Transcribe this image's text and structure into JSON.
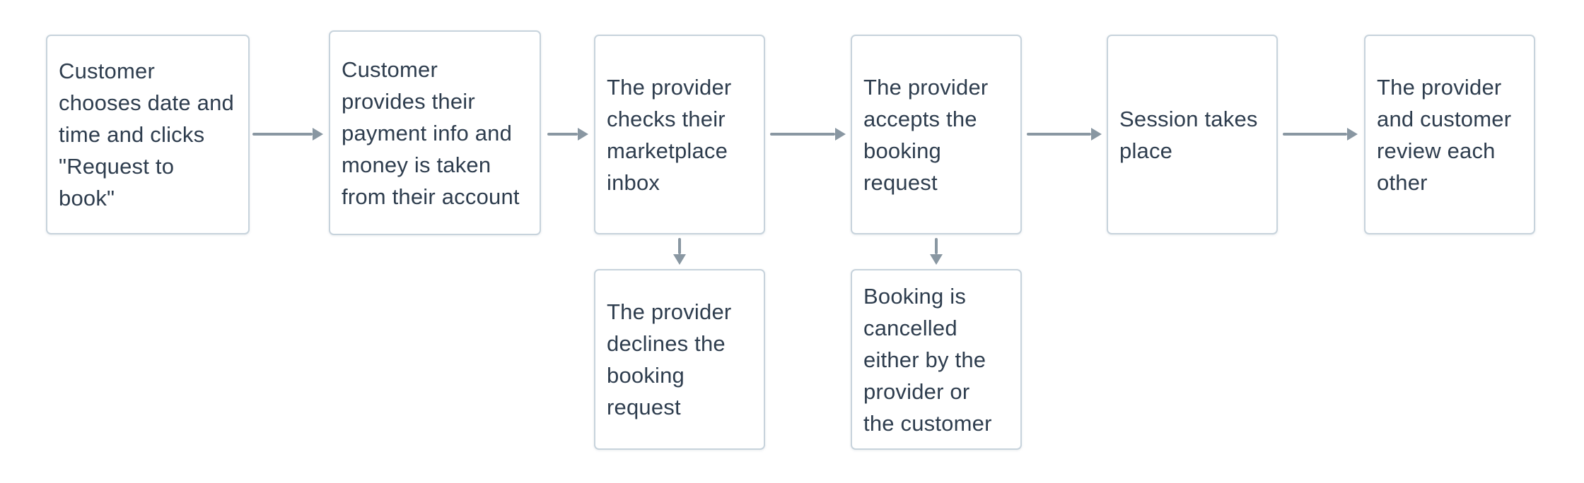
{
  "colors": {
    "background": "#ffffff",
    "box_background": "#ffffff",
    "box_border": "#c7d3dc",
    "text": "#2e3d4e",
    "arrow": "#8997a2"
  },
  "flow": {
    "type": "flowchart",
    "main_steps": [
      {
        "label_lines": [
          "Customer",
          "chooses date and",
          "time and clicks",
          "\"Request to",
          "book\""
        ]
      },
      {
        "label_lines": [
          "Customer",
          "provides their",
          "payment info and",
          "money is taken",
          "from their account"
        ]
      },
      {
        "label_lines": [
          "The provider",
          "checks their",
          "marketplace",
          "inbox"
        ]
      },
      {
        "label_lines": [
          "The provider",
          "accepts the",
          "booking",
          "request"
        ]
      },
      {
        "label_lines": [
          "Session takes",
          "place"
        ]
      },
      {
        "label_lines": [
          "The provider",
          "and customer",
          "review each",
          "other"
        ]
      }
    ],
    "branch_steps": [
      {
        "branches_from_main_step": 3,
        "label_lines": [
          "The provider",
          "declines the",
          "booking",
          "request"
        ]
      },
      {
        "branches_from_main_step": 4,
        "label_lines": [
          "Booking is",
          "cancelled",
          "either by the",
          "provider or",
          "the customer"
        ]
      }
    ],
    "connections": [
      {
        "from": "main-1",
        "to": "main-2",
        "direction": "right"
      },
      {
        "from": "main-2",
        "to": "main-3",
        "direction": "right"
      },
      {
        "from": "main-3",
        "to": "main-4",
        "direction": "right"
      },
      {
        "from": "main-4",
        "to": "main-5",
        "direction": "right"
      },
      {
        "from": "main-5",
        "to": "main-6",
        "direction": "right"
      },
      {
        "from": "main-3",
        "to": "branch-1",
        "direction": "down"
      },
      {
        "from": "main-4",
        "to": "branch-2",
        "direction": "down"
      }
    ]
  }
}
